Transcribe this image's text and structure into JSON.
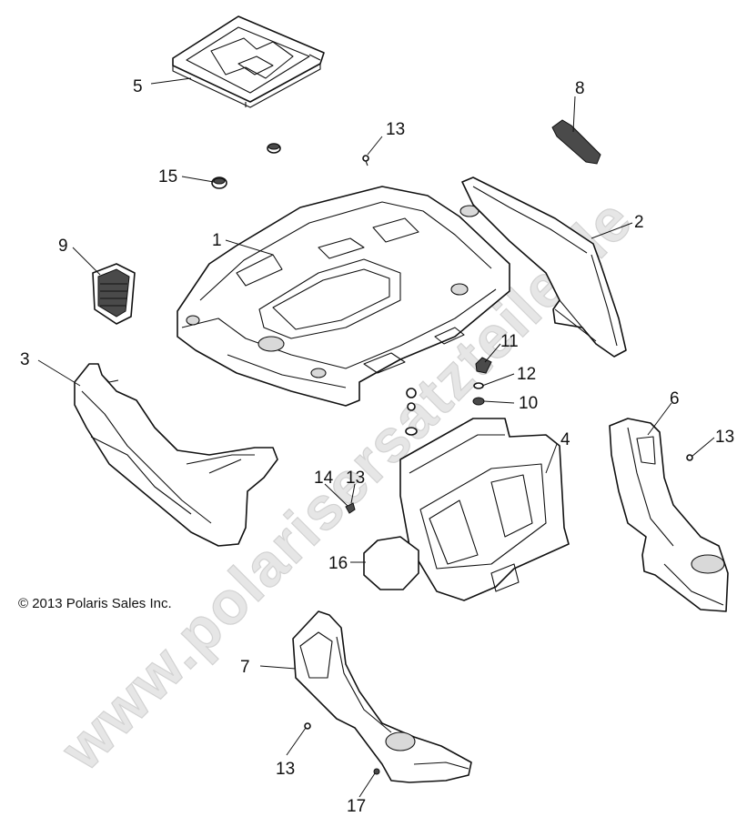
{
  "diagram": {
    "callouts": {
      "c1": "1",
      "c2": "2",
      "c3": "3",
      "c4": "4",
      "c5": "5",
      "c6": "6",
      "c7": "7",
      "c8": "8",
      "c9": "9",
      "c10": "10",
      "c11": "11",
      "c12": "12",
      "c13a": "13",
      "c13b": "13",
      "c13c": "13",
      "c13d": "13",
      "c14": "14",
      "c15": "15",
      "c16": "16",
      "c17": "17"
    },
    "copyright": "© 2013 Polaris Sales Inc.",
    "watermark": "www.polarisersatzteile.de"
  }
}
